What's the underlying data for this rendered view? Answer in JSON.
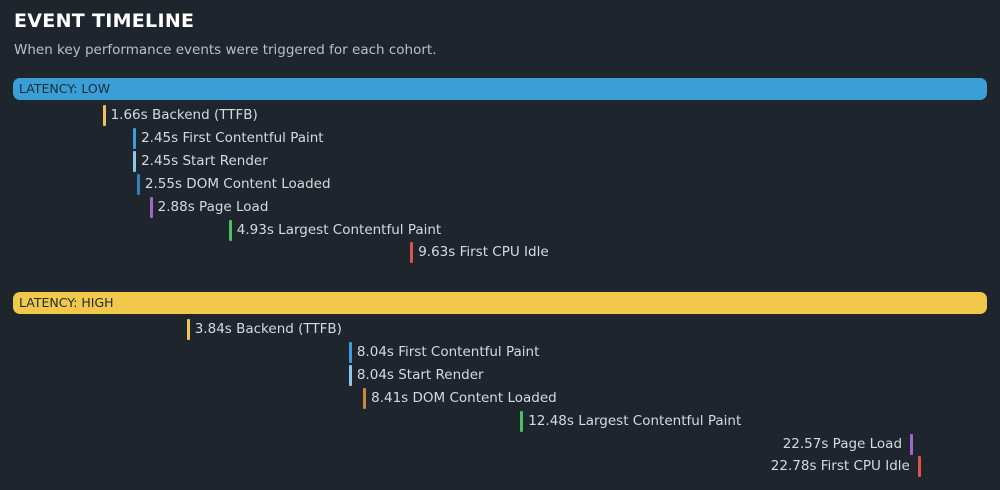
{
  "title": "EVENT TIMELINE",
  "subtitle": "When key performance events were triggered for each cohort.",
  "chart_data": {
    "type": "timeline",
    "unit": "s",
    "cohorts": [
      {
        "label": "LATENCY: LOW",
        "color": "#3a9fd6",
        "events": [
          {
            "time": 1.66,
            "text": "1.66s Backend (TTFB)",
            "color": "#f0c35a"
          },
          {
            "time": 2.45,
            "text": "2.45s First Contentful Paint",
            "color": "#3a9fd6"
          },
          {
            "time": 2.45,
            "text": "2.45s Start Render",
            "color": "#8cc8ea"
          },
          {
            "time": 2.55,
            "text": "2.55s DOM Content Loaded",
            "color": "#2f7fc4"
          },
          {
            "time": 2.88,
            "text": "2.88s Page Load",
            "color": "#a066c9"
          },
          {
            "time": 4.93,
            "text": "4.93s Largest Contentful Paint",
            "color": "#4cbf5e"
          },
          {
            "time": 9.63,
            "text": "9.63s First CPU Idle",
            "color": "#d9534f"
          }
        ]
      },
      {
        "label": "LATENCY: HIGH",
        "color": "#f2c84b",
        "events": [
          {
            "time": 3.84,
            "text": "3.84s Backend (TTFB)",
            "color": "#f0c35a"
          },
          {
            "time": 8.04,
            "text": "8.04s First Contentful Paint",
            "color": "#3a9fd6"
          },
          {
            "time": 8.04,
            "text": "8.04s Start Render",
            "color": "#8cc8ea"
          },
          {
            "time": 8.41,
            "text": "8.41s DOM Content Loaded",
            "color": "#c98a3c"
          },
          {
            "time": 12.48,
            "text": "12.48s Largest Contentful Paint",
            "color": "#4cbf5e"
          },
          {
            "time": 22.57,
            "text": "22.57s Page Load",
            "color": "#a066c9"
          },
          {
            "time": 22.78,
            "text": "22.78s First CPU Idle",
            "color": "#d9534f"
          }
        ]
      }
    ]
  }
}
